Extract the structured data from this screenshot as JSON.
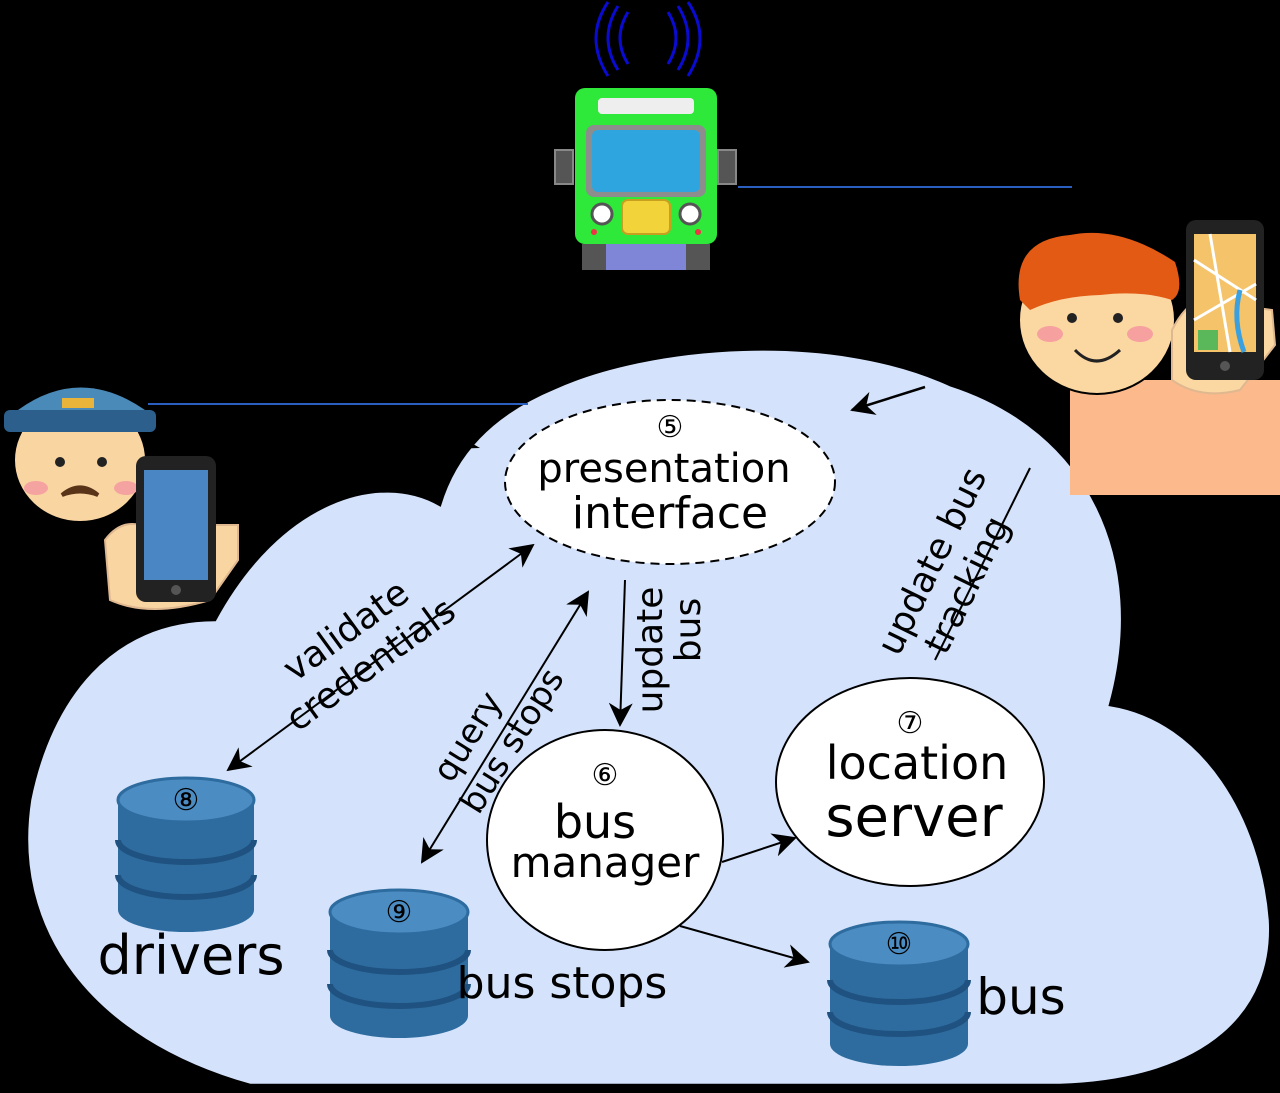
{
  "nodes": {
    "presentation": {
      "num": "⑤",
      "line1": "presentation",
      "line2": "interface"
    },
    "bus_manager": {
      "num": "⑥",
      "line1": "bus",
      "line2": "manager"
    },
    "location_server": {
      "num": "⑦",
      "line1": "location",
      "line2": "server"
    }
  },
  "databases": {
    "drivers": {
      "num": "⑧",
      "label": "drivers"
    },
    "bus_stops": {
      "num": "⑨",
      "label": "bus stops"
    },
    "bus": {
      "num": "⑩",
      "label": "bus"
    }
  },
  "edges": {
    "validate": {
      "line1": "validate",
      "line2": "credentials"
    },
    "query": {
      "line1": "query",
      "line2": "bus stops"
    },
    "update_bus": {
      "line1": "update",
      "line2": "bus"
    },
    "update_tracking": {
      "line1": "update bus",
      "line2": "tracking"
    }
  },
  "icons": [
    "bus-icon",
    "signal-icon",
    "driver-icon",
    "passenger-icon",
    "smartphone-icon",
    "database-icon",
    "cloud-icon"
  ],
  "colors": {
    "background": "#000000",
    "cloud": "#d4e3fb",
    "db_top": "#4b8cc2",
    "db_body": "#2e6c9f",
    "bus_green": "#2ee83a",
    "signal_blue": "#0a0ad0"
  }
}
